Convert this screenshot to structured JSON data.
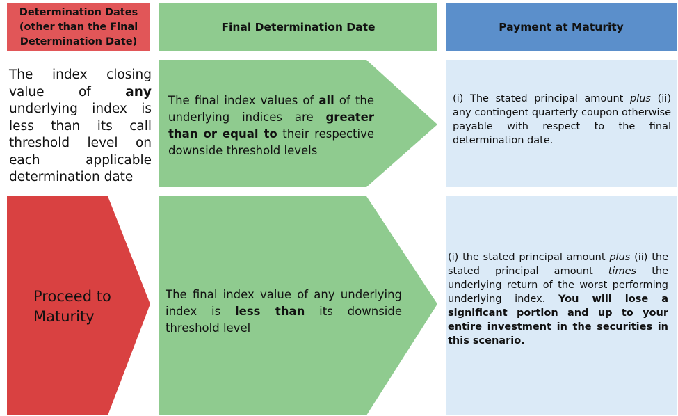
{
  "headers": {
    "determination_dates": "Determination Dates (other than the Final Determination Date)",
    "final_determination_date": "Final Determination Date",
    "payment_at_maturity": "Payment at Maturity"
  },
  "row1": {
    "left": {
      "t1": "The index closing value of ",
      "b1": "any",
      "t2": " underlying index is less than its call threshold level on each applicable",
      "t3": "determination date"
    },
    "middle": {
      "t1": "The final index values of ",
      "b1": "all",
      "t2": " of the underlying indices are ",
      "b2": "greater than or equal to",
      "t3": " their respective downside threshold levels"
    },
    "right": {
      "t1": "(i) The stated principal amount ",
      "i1": "plus",
      "t2": " (ii) any contingent quarterly coupon otherwise payable with respect to the final determination date."
    }
  },
  "row2": {
    "left": {
      "text": "Proceed to Maturity"
    },
    "middle": {
      "t1": "The final index value of any underlying index is ",
      "b1": "less than",
      "t2": " its downside threshold level"
    },
    "right": {
      "t1": "(i) the stated principal amount ",
      "i1": "plus",
      "t2": " (ii) the stated principal amount ",
      "i2": "times",
      "t3": " the underlying return of the worst performing underlying index. ",
      "b1": "You will lose a significant portion and up to your entire investment in the securities in this scenario."
    }
  },
  "colors": {
    "red_header": "#e15658",
    "red_arrow": "#d94141",
    "green": "#8fcb8f",
    "blue_header": "#5b8fcb",
    "light_blue": "#dbeaf7"
  }
}
